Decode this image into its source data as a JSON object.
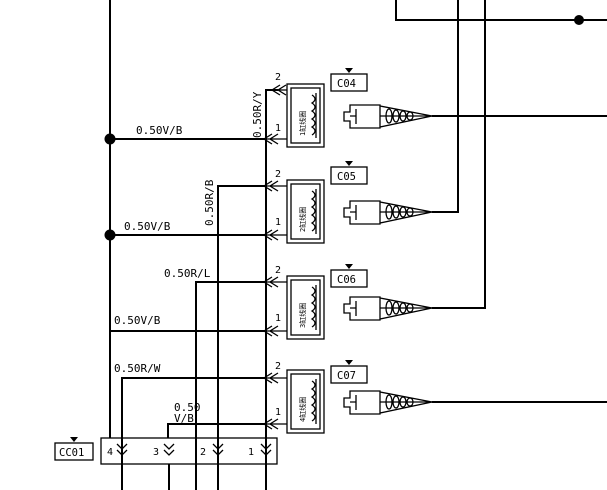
{
  "connectors": {
    "c04": "C04",
    "c05": "C05",
    "c06": "C06",
    "c07": "C07",
    "cc01": "CC01"
  },
  "coils": {
    "coil1": {
      "caption": "1缸线圈",
      "pin_top": "2",
      "pin_bottom": "1"
    },
    "coil2": {
      "caption": "2缸线圈",
      "pin_top": "2",
      "pin_bottom": "1"
    },
    "coil3": {
      "caption": "3缸线圈",
      "pin_top": "2",
      "pin_bottom": "1"
    },
    "coil4": {
      "caption": "4缸线圈",
      "pin_top": "2",
      "pin_bottom": "1"
    }
  },
  "wires": {
    "w_vb_1": "0.50V/B",
    "w_ry": "0.50R/Y",
    "w_rb": "0.50R/B",
    "w_vb_2": "0.50V/B",
    "w_rl": "0.50R/L",
    "w_vb_3": "0.50V/B",
    "w_rw": "0.50R/W",
    "w_vb_4_top": "0.50",
    "w_vb_4_bottom": "V/B"
  },
  "harness_pins": [
    "4",
    "3",
    "2",
    "1"
  ]
}
